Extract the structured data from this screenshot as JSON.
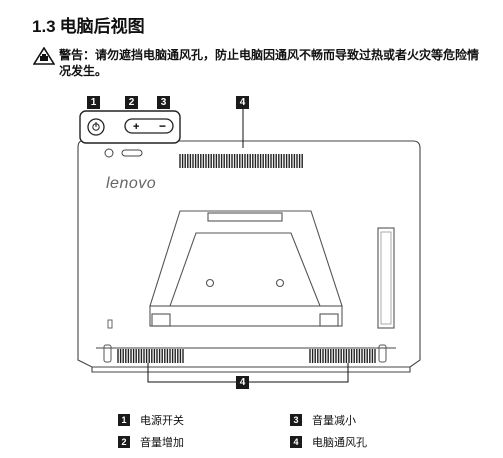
{
  "section": {
    "number": "1.3",
    "title": "电脑后视图"
  },
  "warning": {
    "text": "警告：请勿遮挡电脑通风孔，防止电脑因通风不畅而导致过热或者火灾等危险情况发生。"
  },
  "diagram": {
    "brand": "lenovo",
    "callouts": [
      "1",
      "2",
      "3",
      "4",
      "4"
    ]
  },
  "legend": [
    {
      "num": "1",
      "label": "电源开关"
    },
    {
      "num": "2",
      "label": "音量增加"
    },
    {
      "num": "3",
      "label": "音量减小"
    },
    {
      "num": "4",
      "label": "电脑通风孔"
    }
  ]
}
